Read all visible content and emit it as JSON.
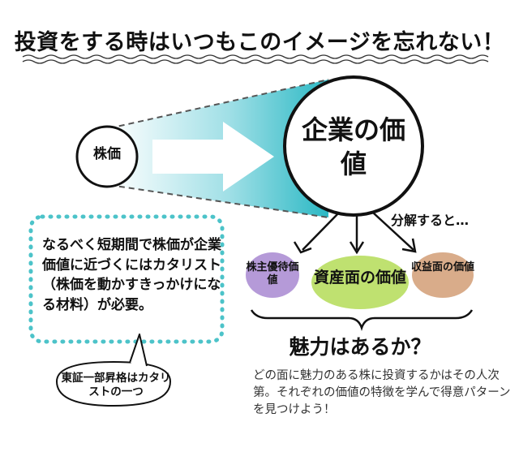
{
  "title": "投資をする時はいつもこのイメージを忘れない！",
  "stock_price": "株価",
  "company_value": "企業の価値",
  "decompose_label": "分解すると…",
  "components": [
    {
      "label": "株主優待価値",
      "color": "#b59ad8"
    },
    {
      "label": "資産面の価値",
      "color": "#bfe170"
    },
    {
      "label": "収益面の価値",
      "color": "#d9ac8a"
    }
  ],
  "question": "魅力はあるか？",
  "description": "どの面に魅力のある株に投資するかはその人次第。それぞれの価値の特徴を学んで得意パターンを見つけよう！",
  "note": "なるべく短期間で株価が企業価値に近づくにはカタリスト（株価を動かすきっかけになる材料）が必要。",
  "speech_bubble": "東証一部昇格はカタリストの一つ",
  "colors": {
    "accent_teal": "#2bb8c4",
    "note_border": "#4cc3c9"
  }
}
